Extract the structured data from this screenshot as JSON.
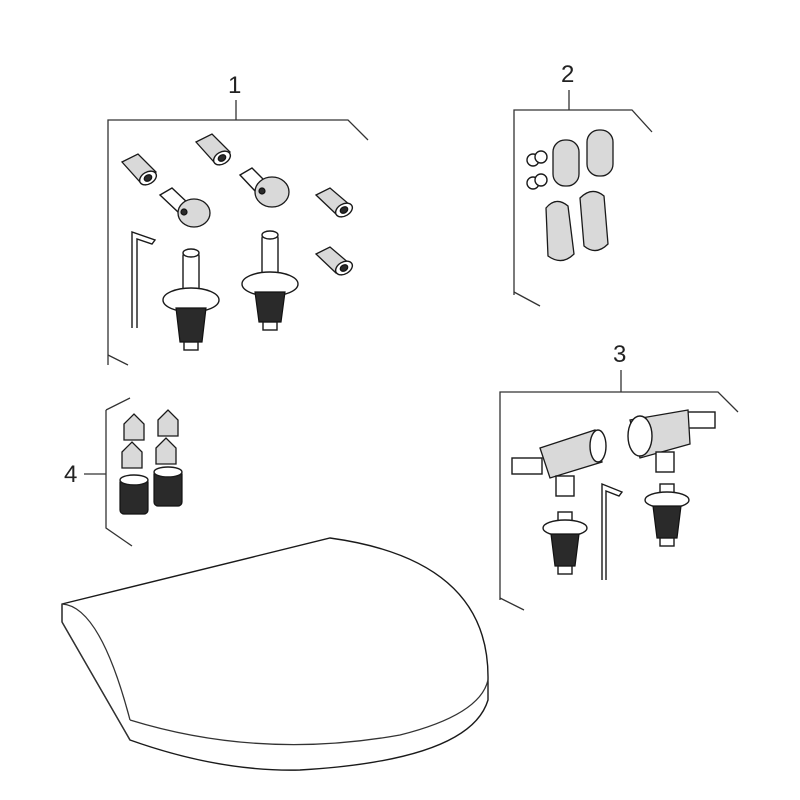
{
  "callouts": {
    "group1": "1",
    "group2": "2",
    "group3": "3",
    "group4": "4"
  }
}
